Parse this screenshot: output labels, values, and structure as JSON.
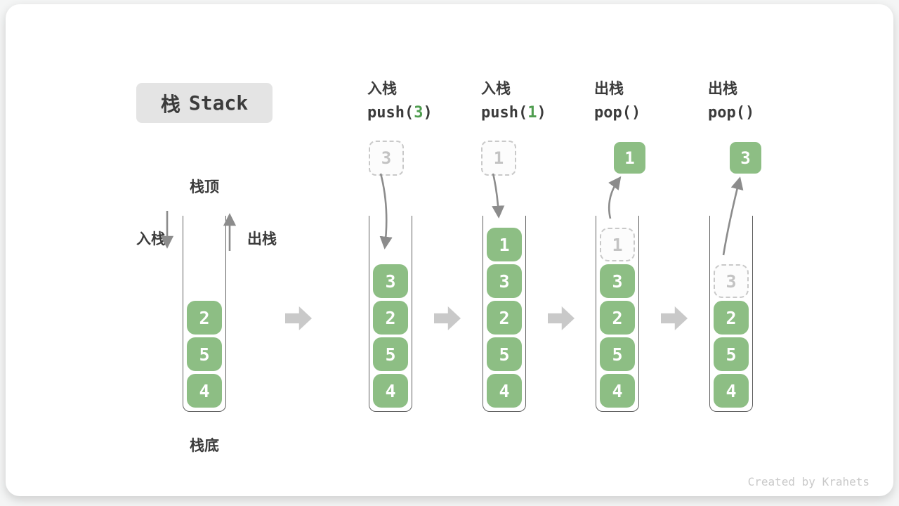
{
  "title": {
    "zh": "栈",
    "en": "Stack"
  },
  "legend": {
    "top_label": "栈顶",
    "bottom_label": "栈底",
    "push_label": "入栈",
    "pop_label": "出栈"
  },
  "columns": [
    {
      "name": "initial-state",
      "stack": [
        "2",
        "5",
        "4"
      ]
    },
    {
      "name": "push-3",
      "op_line1": "入栈",
      "op_pre": "push(",
      "op_arg": "3",
      "op_post": ")",
      "float_value": "3",
      "stack": [
        "3",
        "2",
        "5",
        "4"
      ]
    },
    {
      "name": "push-1",
      "op_line1": "入栈",
      "op_pre": "push(",
      "op_arg": "1",
      "op_post": ")",
      "float_value": "1",
      "stack": [
        "1",
        "3",
        "2",
        "5",
        "4"
      ]
    },
    {
      "name": "pop-1",
      "op_line1": "出栈",
      "op_pre": "pop(",
      "op_arg": "",
      "op_post": ")",
      "float_value": "1",
      "stack": [
        "1",
        "3",
        "2",
        "5",
        "4"
      ]
    },
    {
      "name": "pop-3",
      "op_line1": "出栈",
      "op_pre": "pop(",
      "op_arg": "",
      "op_post": ")",
      "float_value": "3",
      "stack": [
        "3",
        "2",
        "5",
        "4"
      ]
    }
  ],
  "credit": "Created by Krahets",
  "colors": {
    "box_green": "#8dbe84",
    "code_arg_green": "#4f9d4f",
    "chip_gray": "#e4e4e4",
    "arrow_gray": "#8c8c8c",
    "big_arrow_gray": "#c9c9c9",
    "ghost_gray": "#c9c9c9",
    "text_dark": "#3b3b3b",
    "credit_gray": "#c9c9c9"
  }
}
